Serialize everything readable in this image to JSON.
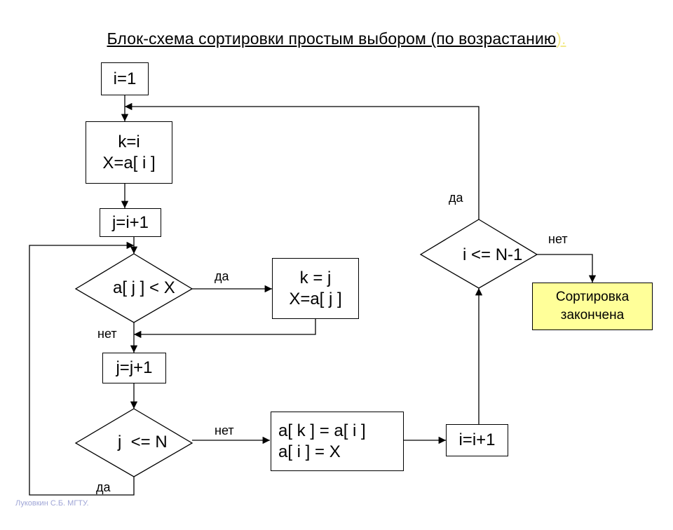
{
  "title": {
    "text": "Блок-схема сортировки простым выбором (по возрастанию",
    "tail": ")."
  },
  "blocks": {
    "init": "i=1",
    "set_k_line1": "k=i",
    "set_k_line2": "X=a[ i ]",
    "set_j": "j=i+1",
    "cond_inner": "a[ j ] < X",
    "update_k_line1": "k = j",
    "update_k_line2": "X=a[ j ]",
    "inc_j": "j=j+1",
    "cond_j": "j  <= N",
    "swap_line1": "a[ k ] = a[ i ]",
    "swap_line2": "a[ i ] = X",
    "inc_i": "i=i+1",
    "cond_i": "i <= N-1",
    "done_line1": "Сортировка",
    "done_line2": "закончена"
  },
  "labels": {
    "yes_inner": "да",
    "no_inner": "нет",
    "no_j": "нет",
    "yes_j": "да",
    "yes_i": "да",
    "no_i": "нет"
  },
  "author": "Луковкин С.Б. МГТУ.",
  "colors": {
    "done_fill": "#ffff99",
    "title_tail": "#f2e98a",
    "author": "#9fa5d6"
  }
}
